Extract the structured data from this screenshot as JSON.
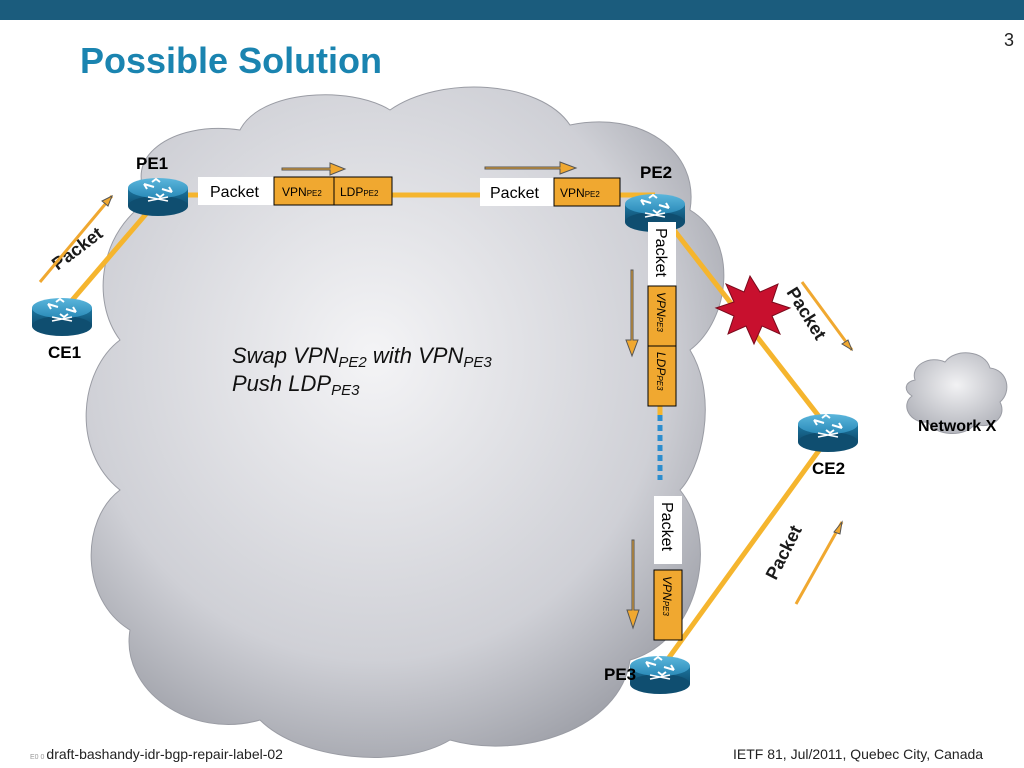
{
  "slide": {
    "title": "Possible Solution",
    "page_number": "3"
  },
  "nodes": {
    "pe1": "PE1",
    "pe2": "PE2",
    "pe3": "PE3",
    "ce1": "CE1",
    "ce2": "CE2",
    "network_x": "Network X"
  },
  "labels": {
    "packet": "Packet",
    "vpn": "VPN",
    "ldp": "LDP",
    "pe2_sub": "PE2",
    "pe3_sub": "PE3"
  },
  "note": {
    "line1_a": "Swap VPN",
    "line1_sub1": "PE2",
    "line1_b": " with VPN",
    "line1_sub2": "PE3",
    "line2_a": "Push LDP",
    "line2_sub": "PE3"
  },
  "footer": {
    "left_small": "E0 0",
    "left": "draft-bashandy-idr-bgp-repair-label-02",
    "right": "IETF 81, Jul/2011, Quebec City, Canada"
  },
  "colors": {
    "accent": "#1a84b0",
    "orange": "#f0a830",
    "link": "#f5b52e",
    "router": "#1e7fa8",
    "burst": "#c8102e"
  }
}
